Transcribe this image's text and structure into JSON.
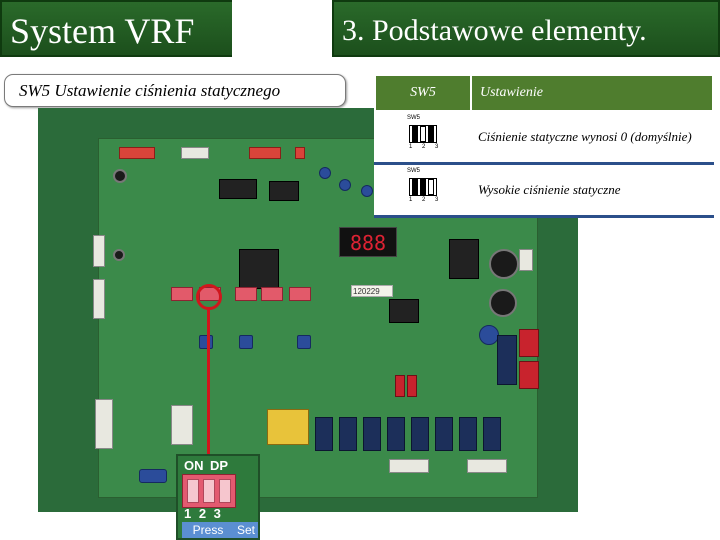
{
  "header": {
    "left_title": "System VRF",
    "right_title": "3. Podstawowe elementy."
  },
  "subtitle": "SW5 Ustawienie ciśnienia statycznego",
  "table": {
    "col1_header": "SW5",
    "col2_header": "Ustawienie",
    "rows": [
      {
        "switch_label": "SW5",
        "description": "Ciśnienie statyczne wynosi 0 (domyślnie)"
      },
      {
        "switch_label": "SW5",
        "description": "Wysokie ciśnienie statyczne"
      }
    ]
  },
  "pcb": {
    "display_text": "888",
    "sticker_text": "120229",
    "zoom": {
      "on_label": "ON",
      "dp_label": "DP",
      "switch_numbers": "1 2 3",
      "press_label": "Press",
      "set_label": "Set"
    }
  },
  "colors": {
    "header_green": "#1c4f1c",
    "table_header_green": "#4f7d2e",
    "row_border_blue": "#2b4f8a",
    "highlight_red": "#d0161c"
  }
}
